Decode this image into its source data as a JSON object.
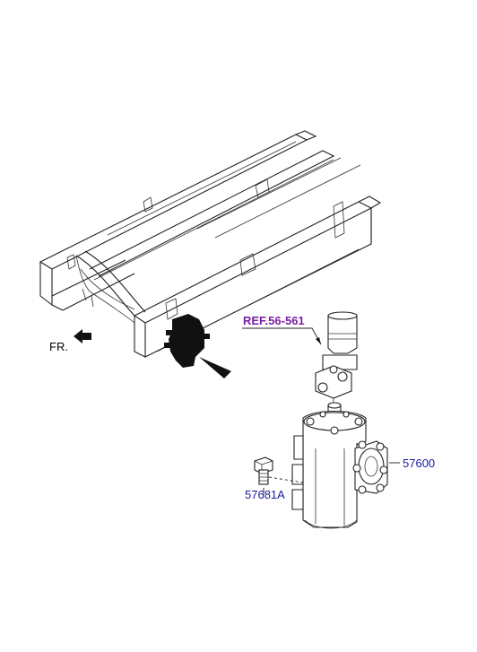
{
  "labels": {
    "front_marker": "FR.",
    "ref": "REF.56-561",
    "part_gear_box": "57600",
    "part_bolt": "57681A"
  },
  "colors": {
    "part_number": "#1a1aa6",
    "reference": "#7a1fa3",
    "line": "#222222"
  },
  "icons": {
    "front_arrow": "arrow-left-icon"
  }
}
